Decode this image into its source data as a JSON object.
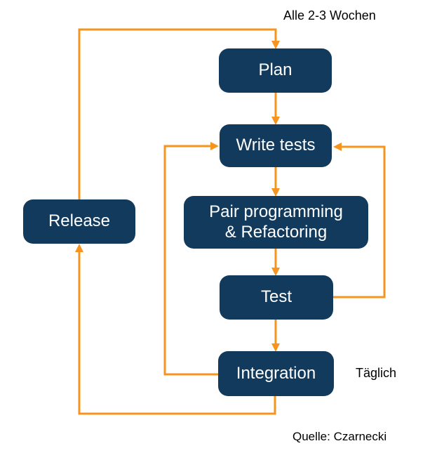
{
  "diagram": {
    "title_hint": "XP / agile development cycle flowchart",
    "nodes": {
      "plan": {
        "label": "Plan"
      },
      "write_tests": {
        "label": "Write tests"
      },
      "pair": {
        "label": "Pair programming\n& Refactoring"
      },
      "test": {
        "label": "Test"
      },
      "integration": {
        "label": "Integration"
      },
      "release": {
        "label": "Release"
      }
    },
    "annotations": {
      "cycle_period": "Alle 2-3 Wochen",
      "daily": "Täglich",
      "source": "Quelle: Czarnecki"
    },
    "colors": {
      "node_fill": "#123a5c",
      "node_text": "#ffffff",
      "arrow": "#f7941d",
      "annotation_text": "#000000"
    }
  }
}
